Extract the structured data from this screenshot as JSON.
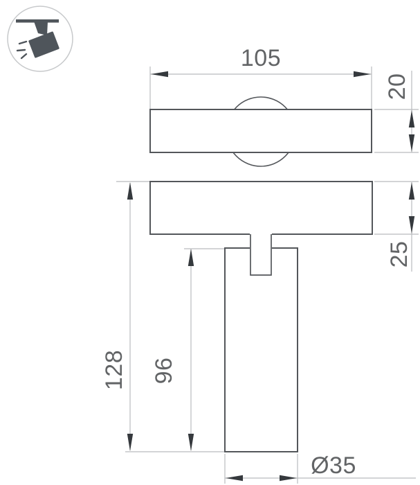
{
  "drawing": {
    "type": "technical-dimension-drawing",
    "product": "track-mounted-spotlight",
    "dimensions": {
      "width": "105",
      "track_thickness": "20",
      "head_height": "25",
      "overall_height": "128",
      "body_height": "96",
      "diameter": "Ø35"
    },
    "colors": {
      "outline": "#53565a",
      "dimension_line": "#b9bbbd",
      "arrow": "#35393d",
      "text": "#626466",
      "icon_fill": "#4f555b",
      "icon_circle_stroke": "#c7c9cb",
      "background": "#ffffff"
    },
    "icon": {
      "name": "track-spotlight-icon"
    }
  }
}
